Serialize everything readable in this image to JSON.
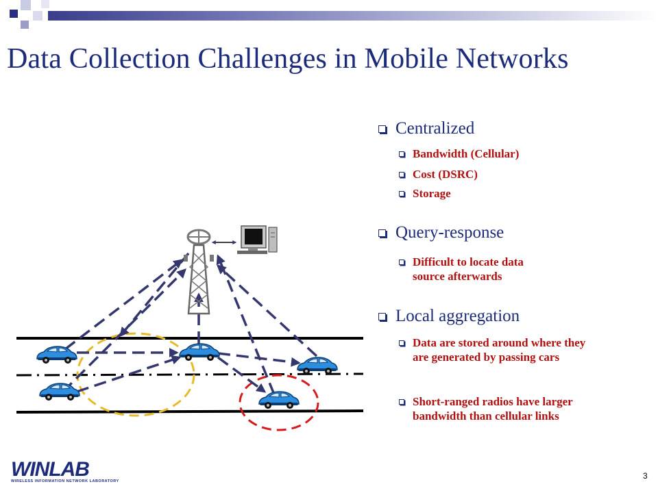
{
  "slide": {
    "title": "Data Collection Challenges in Mobile Networks",
    "page_number": "3",
    "colors": {
      "title": "#1c2a7a",
      "sub_bullet": "#b01010",
      "accent_dark": "#3a3d8a",
      "yellow_circle": "#e8b92a",
      "red_circle": "#d41c1c"
    }
  },
  "bullets": [
    {
      "label": "Centralized",
      "children": [
        "Bandwidth (Cellular)",
        "Cost (DSRC)",
        "Storage"
      ]
    },
    {
      "label": "Query-response",
      "children": [
        "Difficult to locate data source afterwards"
      ]
    },
    {
      "label": "Local aggregation",
      "children": [
        "Data are stored around where they are generated by passing cars",
        "Short-ranged radios have larger bandwidth than cellular links"
      ]
    }
  ],
  "logo": {
    "name": "WINLAB",
    "tagline": "WIRELESS INFORMATION NETWORK LABORATORY"
  },
  "diagram": {
    "icons": [
      "cell-tower-icon",
      "computer-icon",
      "car-icon"
    ]
  }
}
